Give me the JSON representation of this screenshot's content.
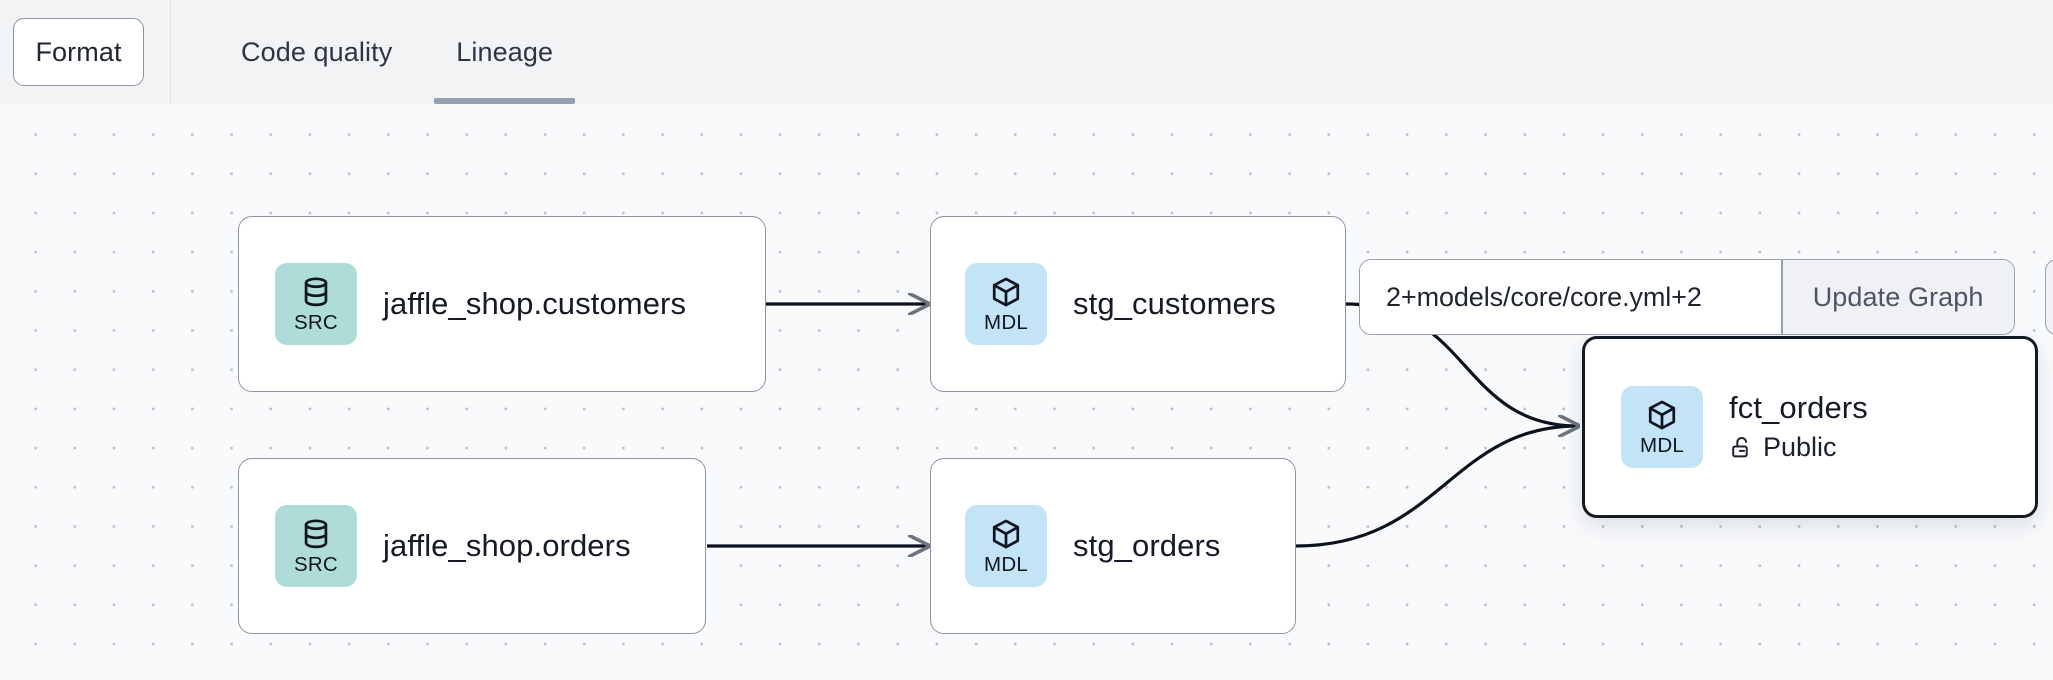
{
  "toolbar": {
    "format_label": "Format",
    "tabs": [
      {
        "label": "Code quality",
        "active": false
      },
      {
        "label": "Lineage",
        "active": true
      }
    ]
  },
  "graph_controls": {
    "selector_value": "2+models/core/core.yml+2",
    "selector_placeholder": "2+models/core/core.yml+2",
    "update_button_label": "Update Graph"
  },
  "lineage": {
    "nodes": [
      {
        "id": "jaffle_shop_customers",
        "title": "jaffle_shop.customers",
        "badge_label": "SRC",
        "badge_type": "src",
        "badge_icon": "database-icon",
        "selected": false,
        "subtitle": null
      },
      {
        "id": "stg_customers",
        "title": "stg_customers",
        "badge_label": "MDL",
        "badge_type": "mdl",
        "badge_icon": "cube-icon",
        "selected": false,
        "subtitle": null
      },
      {
        "id": "jaffle_shop_orders",
        "title": "jaffle_shop.orders",
        "badge_label": "SRC",
        "badge_type": "src",
        "badge_icon": "database-icon",
        "selected": false,
        "subtitle": null
      },
      {
        "id": "stg_orders",
        "title": "stg_orders",
        "badge_label": "MDL",
        "badge_type": "mdl",
        "badge_icon": "cube-icon",
        "selected": false,
        "subtitle": null
      },
      {
        "id": "fct_orders",
        "title": "fct_orders",
        "badge_label": "MDL",
        "badge_type": "mdl",
        "badge_icon": "cube-icon",
        "selected": true,
        "subtitle": "Public",
        "subtitle_icon": "unlock-icon"
      }
    ],
    "edges": [
      {
        "from": "jaffle_shop_customers",
        "to": "stg_customers"
      },
      {
        "from": "jaffle_shop_orders",
        "to": "stg_orders"
      },
      {
        "from": "stg_customers",
        "to": "fct_orders"
      },
      {
        "from": "stg_orders",
        "to": "fct_orders"
      }
    ]
  },
  "colors": {
    "src_badge": "#aedcd8",
    "mdl_badge": "#c3e3f7",
    "canvas_bg": "#f8fafc",
    "topbar_bg": "#f1f3f5",
    "node_border": "#8c95a4",
    "selected_border": "#141a24",
    "tab_underline": "#94a0b0",
    "edge": "#0b1220"
  }
}
